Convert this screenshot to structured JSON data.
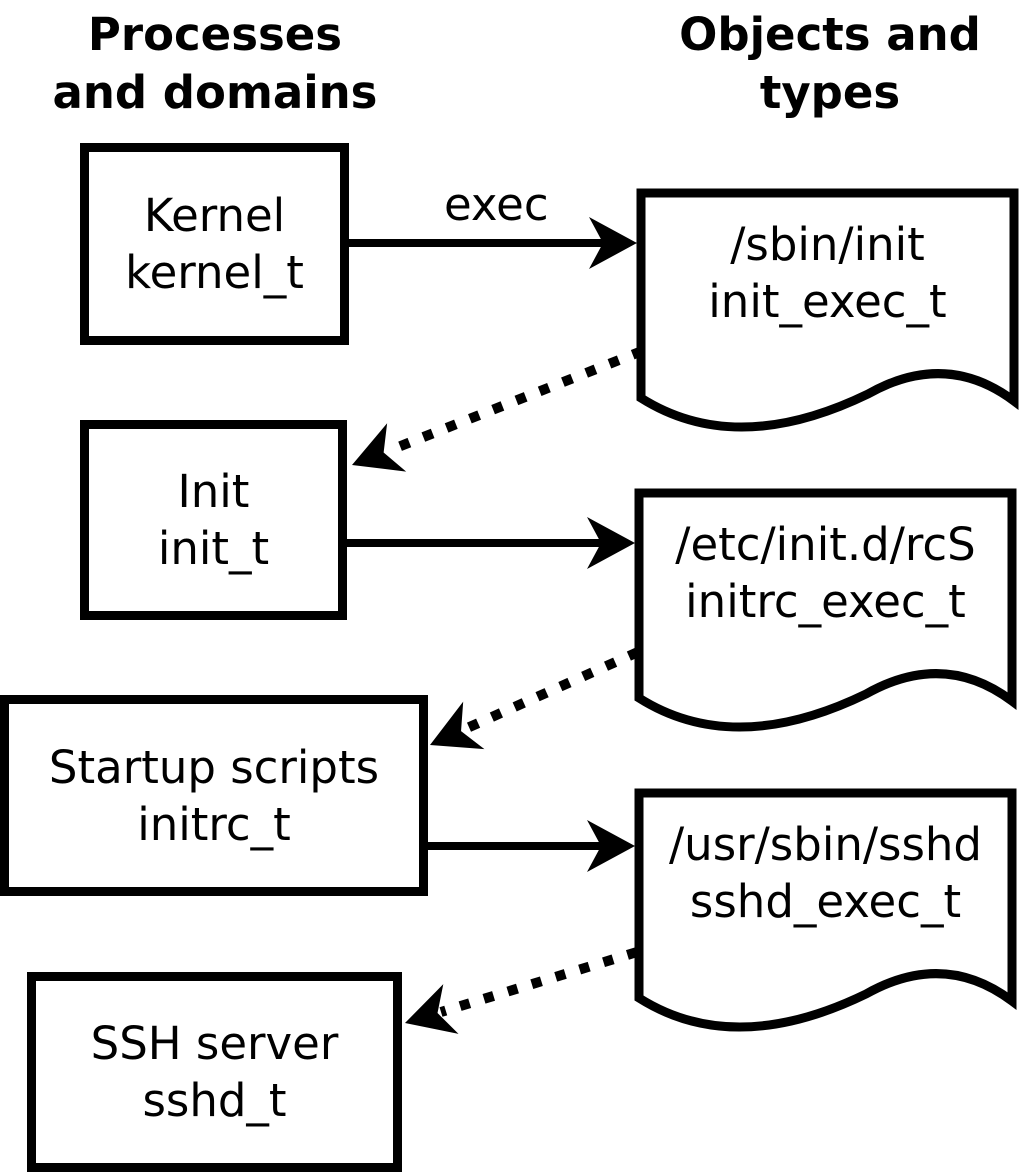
{
  "headers": {
    "left": "Processes\nand domains",
    "right": "Objects and\ntypes"
  },
  "processes": [
    {
      "name": "Kernel",
      "type": "kernel_t"
    },
    {
      "name": "Init",
      "type": "init_t"
    },
    {
      "name": "Startup scripts",
      "type": "initrc_t"
    },
    {
      "name": "SSH server",
      "type": "sshd_t"
    }
  ],
  "objects": [
    {
      "path": "/sbin/init",
      "type": "init_exec_t"
    },
    {
      "path": "/etc/init.d/rcS",
      "type": "initrc_exec_t"
    },
    {
      "path": "/usr/sbin/sshd",
      "type": "sshd_exec_t"
    }
  ],
  "edges": {
    "exec_label": "exec",
    "solid": [
      {
        "from": "kernel_t",
        "to": "/sbin/init",
        "label": "exec"
      },
      {
        "from": "init_t",
        "to": "/etc/init.d/rcS",
        "label": ""
      },
      {
        "from": "initrc_t",
        "to": "/usr/sbin/sshd",
        "label": ""
      }
    ],
    "dotted": [
      {
        "from": "/sbin/init",
        "to": "init_t"
      },
      {
        "from": "/etc/init.d/rcS",
        "to": "initrc_t"
      },
      {
        "from": "/usr/sbin/sshd",
        "to": "sshd_t"
      }
    ]
  },
  "colors": {
    "foreground": "#000000",
    "background": "#ffffff"
  }
}
